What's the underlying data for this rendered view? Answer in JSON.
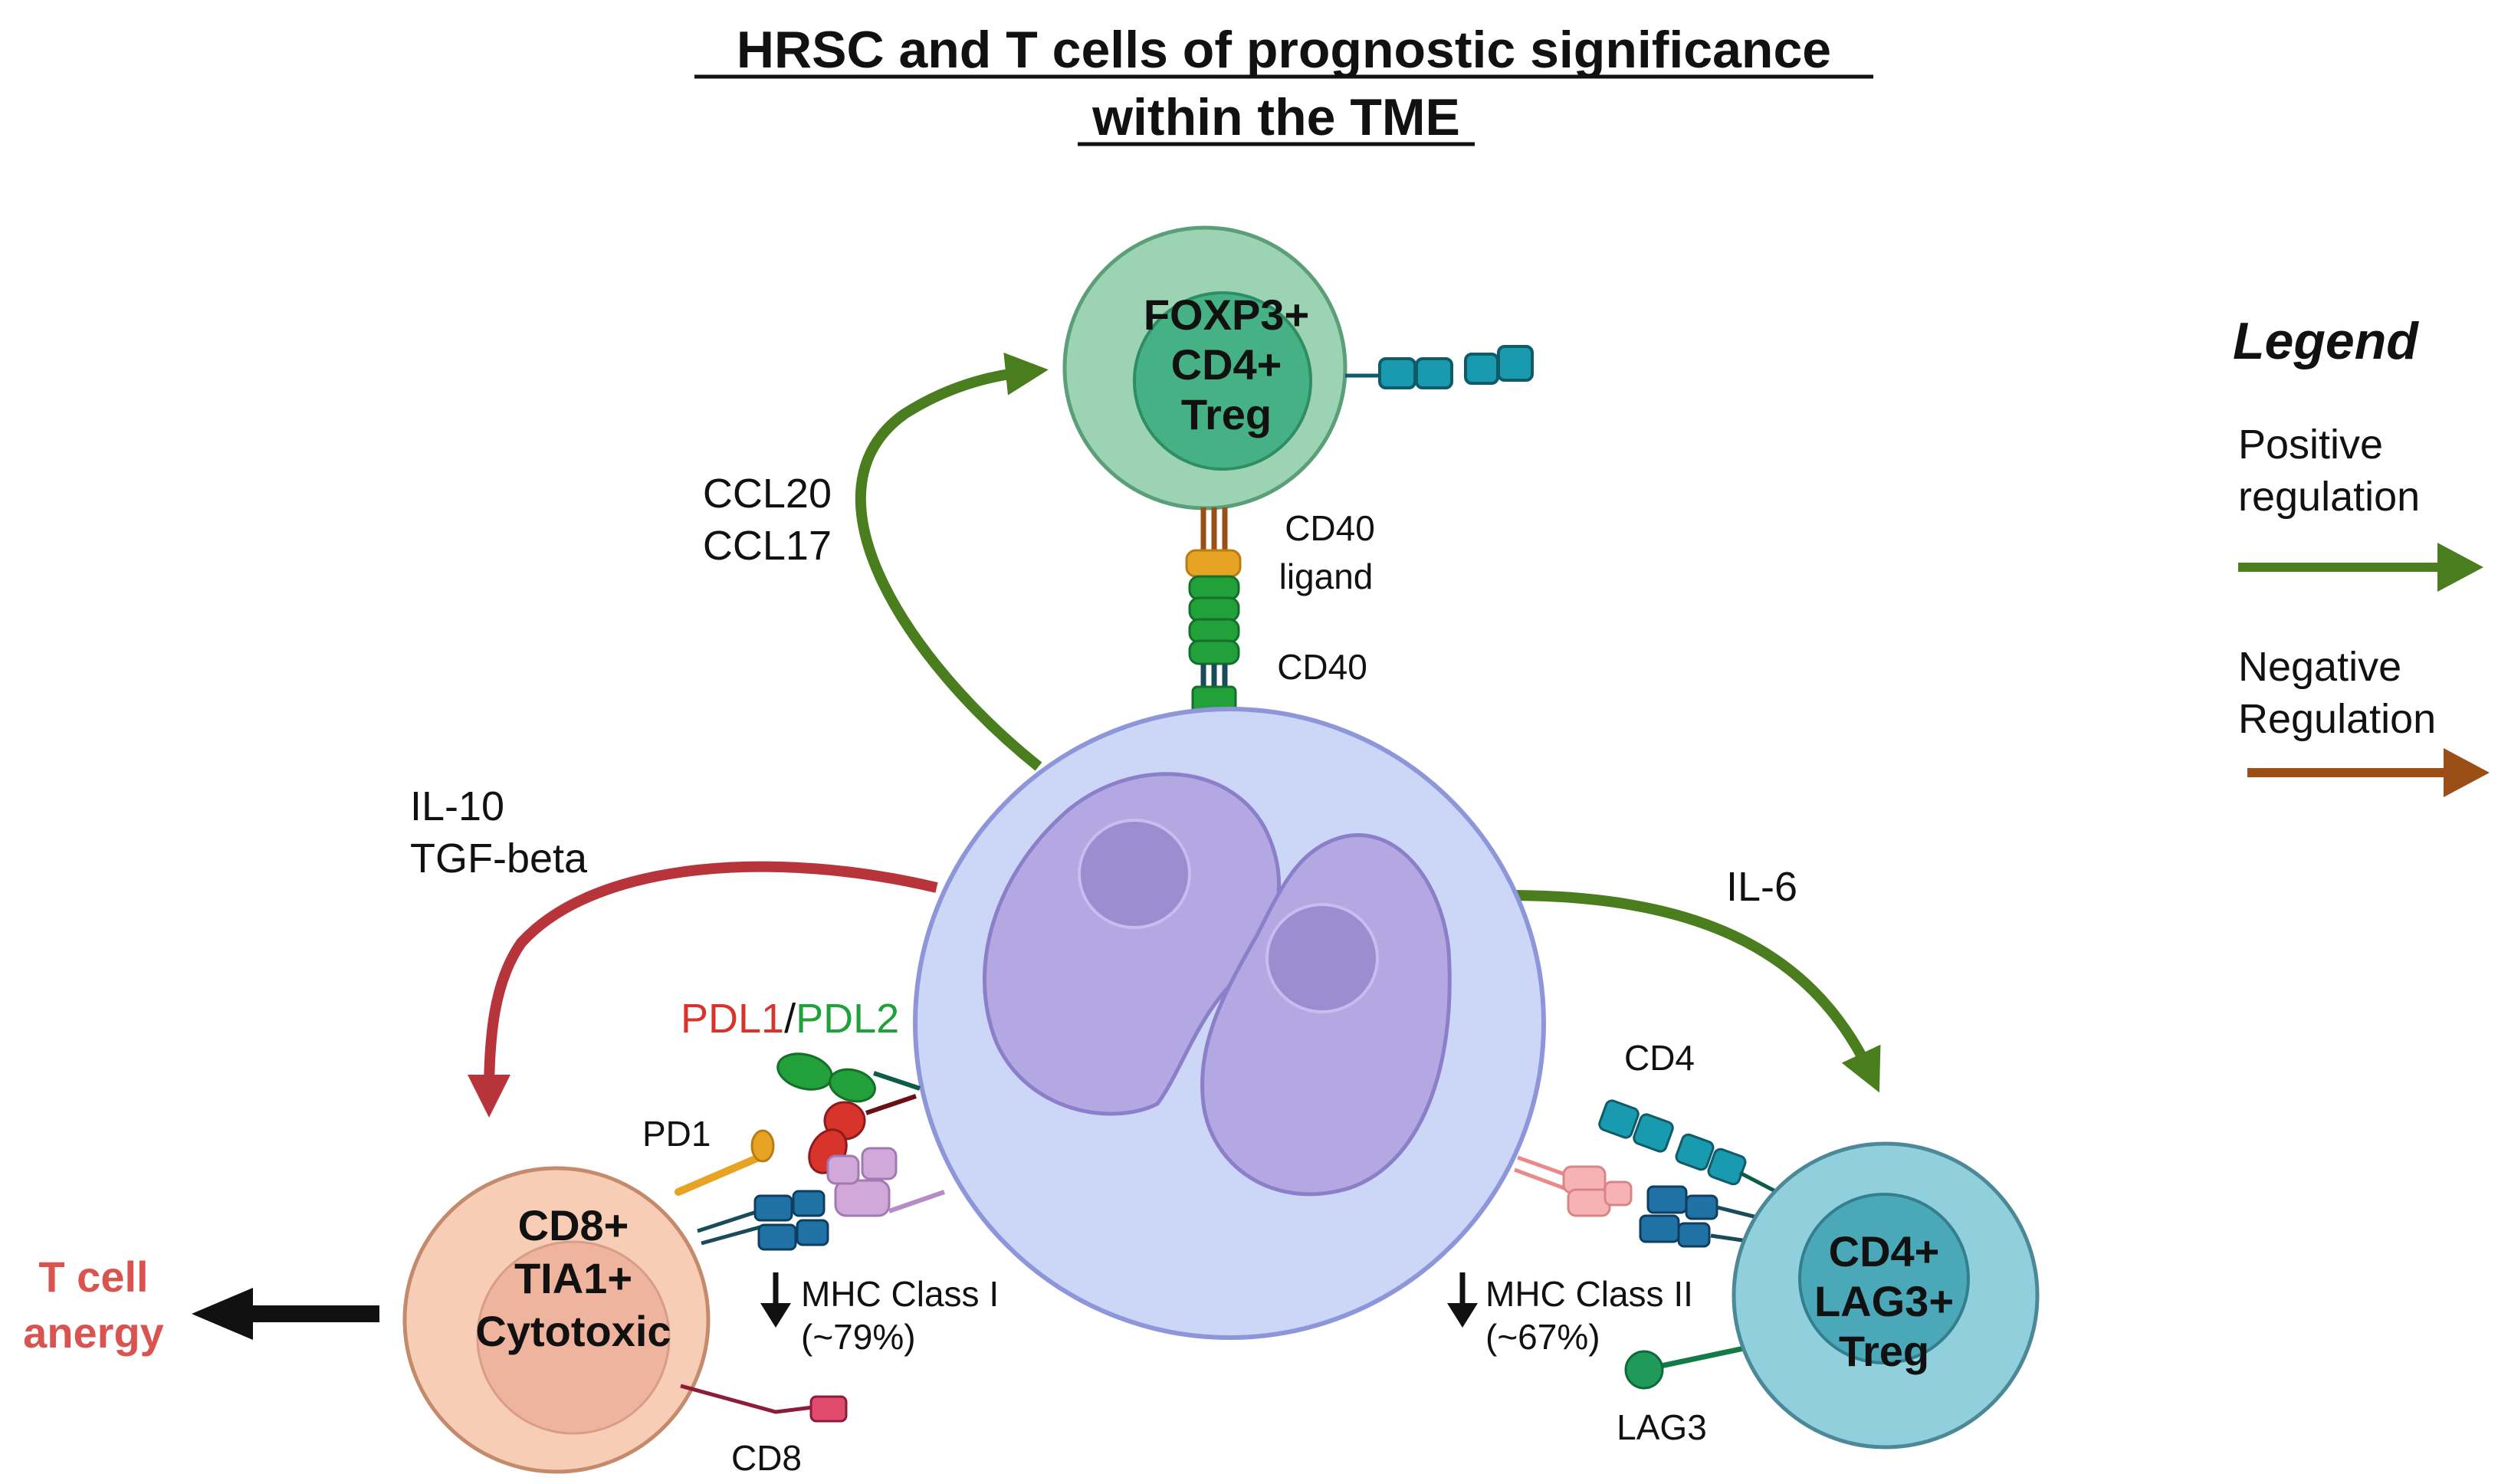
{
  "title": {
    "line1": "HRSC and T cells of prognostic significance",
    "line2": "within the TME"
  },
  "legend": {
    "heading": "Legend",
    "positive": {
      "line1": "Positive",
      "line2": "regulation"
    },
    "negative": {
      "line1": "Negative",
      "line2": "Regulation"
    }
  },
  "cells": {
    "treg_top": {
      "line1": "FOXP3+",
      "line2": "CD4+",
      "line3": "Treg"
    },
    "cd8": {
      "line1": "CD8+",
      "line2": "TIA1+",
      "line3": "Cytotoxic"
    },
    "lag3": {
      "line1": "CD4+",
      "line2": "LAG3+",
      "line3": "Treg"
    }
  },
  "labels": {
    "ccl20": "CCL20",
    "ccl17": "CCL17",
    "cd40_ligand_1": "CD40",
    "cd40_ligand_2": "ligand",
    "cd40": "CD40",
    "il10": "IL-10",
    "tgf_beta": "TGF-beta",
    "il6": "IL-6",
    "pdl1": "PDL1",
    "slash": "/",
    "pdl2": "PDL2",
    "pd1": "PD1",
    "cd4": "CD4",
    "cd8_receptor": "CD8",
    "lag3_receptor": "LAG3",
    "mhc1_line1": "MHC Class I",
    "mhc1_line2": "(~79%)",
    "mhc2_line1": "MHC Class II",
    "mhc2_line2": "(~67%)",
    "anergy_line1": "T cell",
    "anergy_line2": "anergy"
  },
  "colors": {
    "positive_arrow": "#4a7d1e",
    "negative_arrow": "#9a4f17",
    "il10_arrow": "#b8343b",
    "anergy_text": "#d9534f",
    "pdl1_text": "#d9342b",
    "pdl2_text": "#22a03a",
    "hrsc_body": "#ccd6f6",
    "hrsc_nucleus": "#b3a8e2",
    "treg_top_body": "#9bd3b3",
    "cd8_body": "#f7cdb6",
    "lag3_body": "#8fd0dc"
  }
}
